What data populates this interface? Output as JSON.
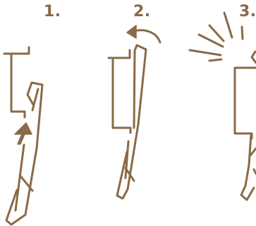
{
  "steps": [
    {
      "label": "1."
    },
    {
      "label": "2."
    },
    {
      "label": "3."
    }
  ],
  "icons": {
    "step1_arrow": "arrow-up-icon",
    "step2_arrow": "curved-arrow-left-icon",
    "step3_burst": "click-burst-icon"
  },
  "colors": {
    "line": "#8a6a47",
    "number": "#8a6a47",
    "background": "#ffffff"
  }
}
